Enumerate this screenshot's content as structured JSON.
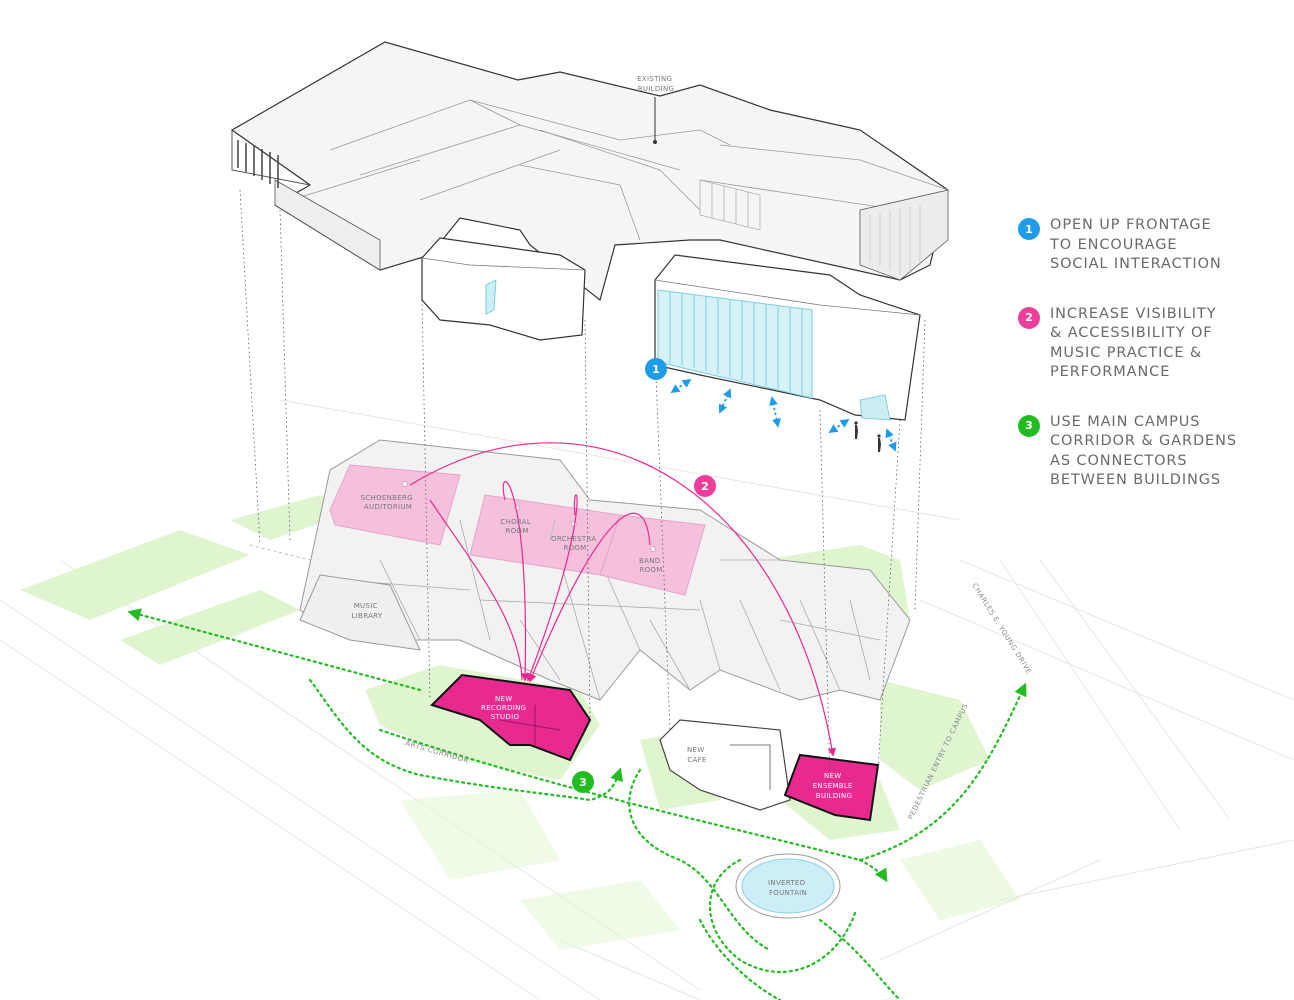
{
  "labels": {
    "existing_building": [
      "EXISTING",
      "BUILDING"
    ],
    "schoenberg": [
      "SCHOENBERG",
      "AUDITORIUM"
    ],
    "choral": [
      "CHORAL",
      "ROOM"
    ],
    "orchestra": [
      "ORCHESTRA",
      "ROOM"
    ],
    "band": [
      "BAND",
      "ROOM"
    ],
    "music_library": [
      "MUSIC",
      "LIBRARY"
    ],
    "recording_studio": [
      "NEW",
      "RECORDING",
      "STUDIO"
    ],
    "new_cafe": [
      "NEW",
      "CAFE"
    ],
    "ensemble_building": [
      "NEW",
      "ENSEMBLE",
      "BUILDING"
    ],
    "inverted_fountain": [
      "INVERTED",
      "FOUNTAIN"
    ],
    "arts_corridor": "ARTS CORRIDOR",
    "charles_young": "CHARLES E. YOUNG DRIVE",
    "pedestrian_entry": "PEDESTRIAN ENTRY TO CAMPUS"
  },
  "badges": {
    "b1": "1",
    "b2": "2",
    "b3": "3"
  },
  "legend": [
    {
      "num": "1",
      "color": "#1e9be9",
      "lines": [
        "OPEN UP FRONTAGE",
        "TO ENCOURAGE",
        "SOCIAL INTERACTION"
      ]
    },
    {
      "num": "2",
      "color": "#ec3f9c",
      "lines": [
        "INCREASE VISIBILITY",
        "& ACCESSIBILITY OF",
        "MUSIC PRACTICE &",
        "PERFORMANCE"
      ]
    },
    {
      "num": "3",
      "color": "#22bb22",
      "lines": [
        "USE MAIN CAMPUS",
        "CORRIDOR & GARDENS",
        "AS CONNECTORS",
        "BETWEEN BUILDINGS"
      ]
    }
  ],
  "colors": {
    "blue": "#1e9be9",
    "pink": "#ec3f9c",
    "magenta": "#e8298f",
    "green": "#22bb22",
    "light_pink": "#f5c0dc",
    "light_green": "#d8f3c6"
  }
}
